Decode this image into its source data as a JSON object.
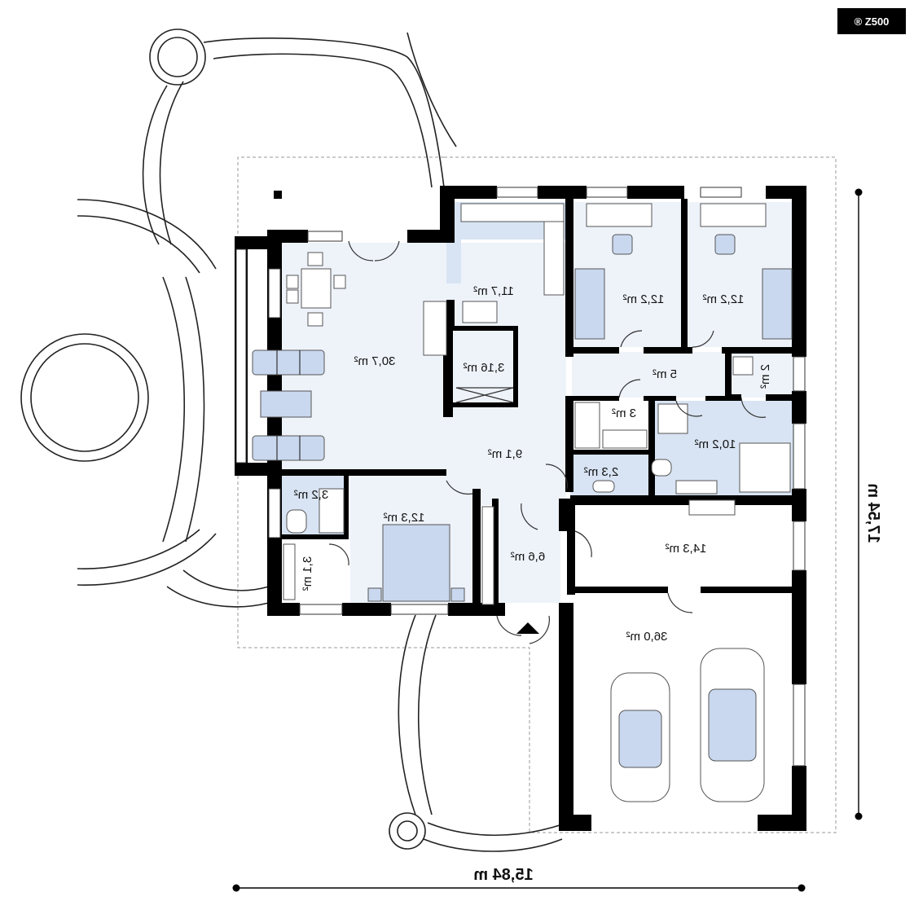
{
  "badge": {
    "text": "® Z500"
  },
  "dimensions": {
    "width": "15,84 m",
    "height": "17,54 m"
  },
  "rooms": {
    "living": "30,7 m²",
    "kitchen": "11,7 m²",
    "pantry": "3,16 m²",
    "bedroom_a": "12,2 m²",
    "bedroom_b": "12,2 m²",
    "hall_upper": "5 m²",
    "wc_small": "2 m²",
    "wardrobe": "3 m²",
    "bathroom": "10,2 m²",
    "hall_main": "9,1 m²",
    "wc_guest": "2,3 m²",
    "shower": "3,2 m²",
    "boiler": "3,1 m²",
    "bedroom_c": "12,3 m²",
    "vestibule": "6,6 m²",
    "utility": "14,3 m²",
    "garage": "36,0 m²"
  }
}
